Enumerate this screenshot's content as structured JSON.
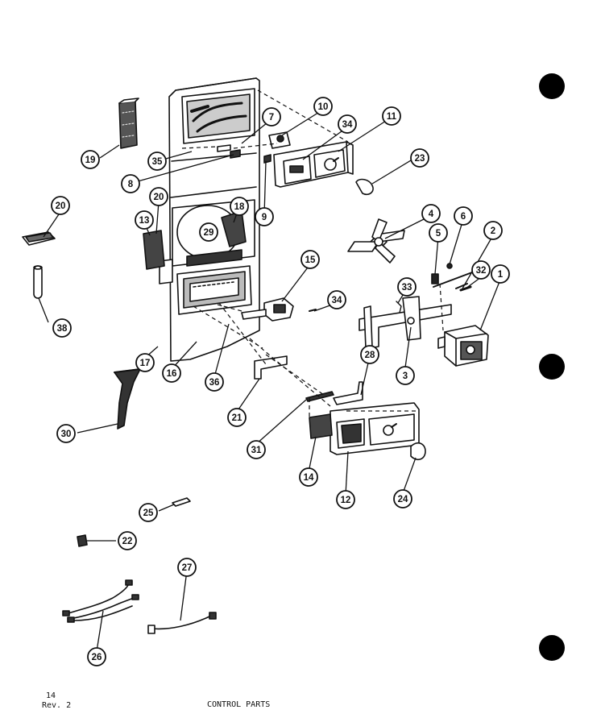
{
  "footer": {
    "page_number": "14",
    "revision": "Rev. 2",
    "title": "CONTROL PARTS"
  },
  "callouts": [
    {
      "id": "c1",
      "label": "1"
    },
    {
      "id": "c2",
      "label": "2"
    },
    {
      "id": "c3",
      "label": "3"
    },
    {
      "id": "c4",
      "label": "4"
    },
    {
      "id": "c5",
      "label": "5"
    },
    {
      "id": "c6",
      "label": "6"
    },
    {
      "id": "c7",
      "label": "7"
    },
    {
      "id": "c8",
      "label": "8"
    },
    {
      "id": "c9",
      "label": "9"
    },
    {
      "id": "c10",
      "label": "10"
    },
    {
      "id": "c11",
      "label": "11"
    },
    {
      "id": "c12",
      "label": "12"
    },
    {
      "id": "c13",
      "label": "13"
    },
    {
      "id": "c14",
      "label": "14"
    },
    {
      "id": "c15",
      "label": "15"
    },
    {
      "id": "c16",
      "label": "16"
    },
    {
      "id": "c17",
      "label": "17"
    },
    {
      "id": "c18",
      "label": "18"
    },
    {
      "id": "c19",
      "label": "19"
    },
    {
      "id": "c20a",
      "label": "20"
    },
    {
      "id": "c20b",
      "label": "20"
    },
    {
      "id": "c21",
      "label": "21"
    },
    {
      "id": "c22",
      "label": "22"
    },
    {
      "id": "c23",
      "label": "23"
    },
    {
      "id": "c24",
      "label": "24"
    },
    {
      "id": "c25",
      "label": "25"
    },
    {
      "id": "c26",
      "label": "26"
    },
    {
      "id": "c27",
      "label": "27"
    },
    {
      "id": "c28",
      "label": "28"
    },
    {
      "id": "c29",
      "label": "29"
    },
    {
      "id": "c30",
      "label": "30"
    },
    {
      "id": "c31",
      "label": "31"
    },
    {
      "id": "c32",
      "label": "32"
    },
    {
      "id": "c33",
      "label": "33"
    },
    {
      "id": "c34a",
      "label": "34"
    },
    {
      "id": "c34b",
      "label": "34"
    },
    {
      "id": "c35",
      "label": "35"
    },
    {
      "id": "c36",
      "label": "36"
    },
    {
      "id": "c38",
      "label": "38"
    }
  ]
}
